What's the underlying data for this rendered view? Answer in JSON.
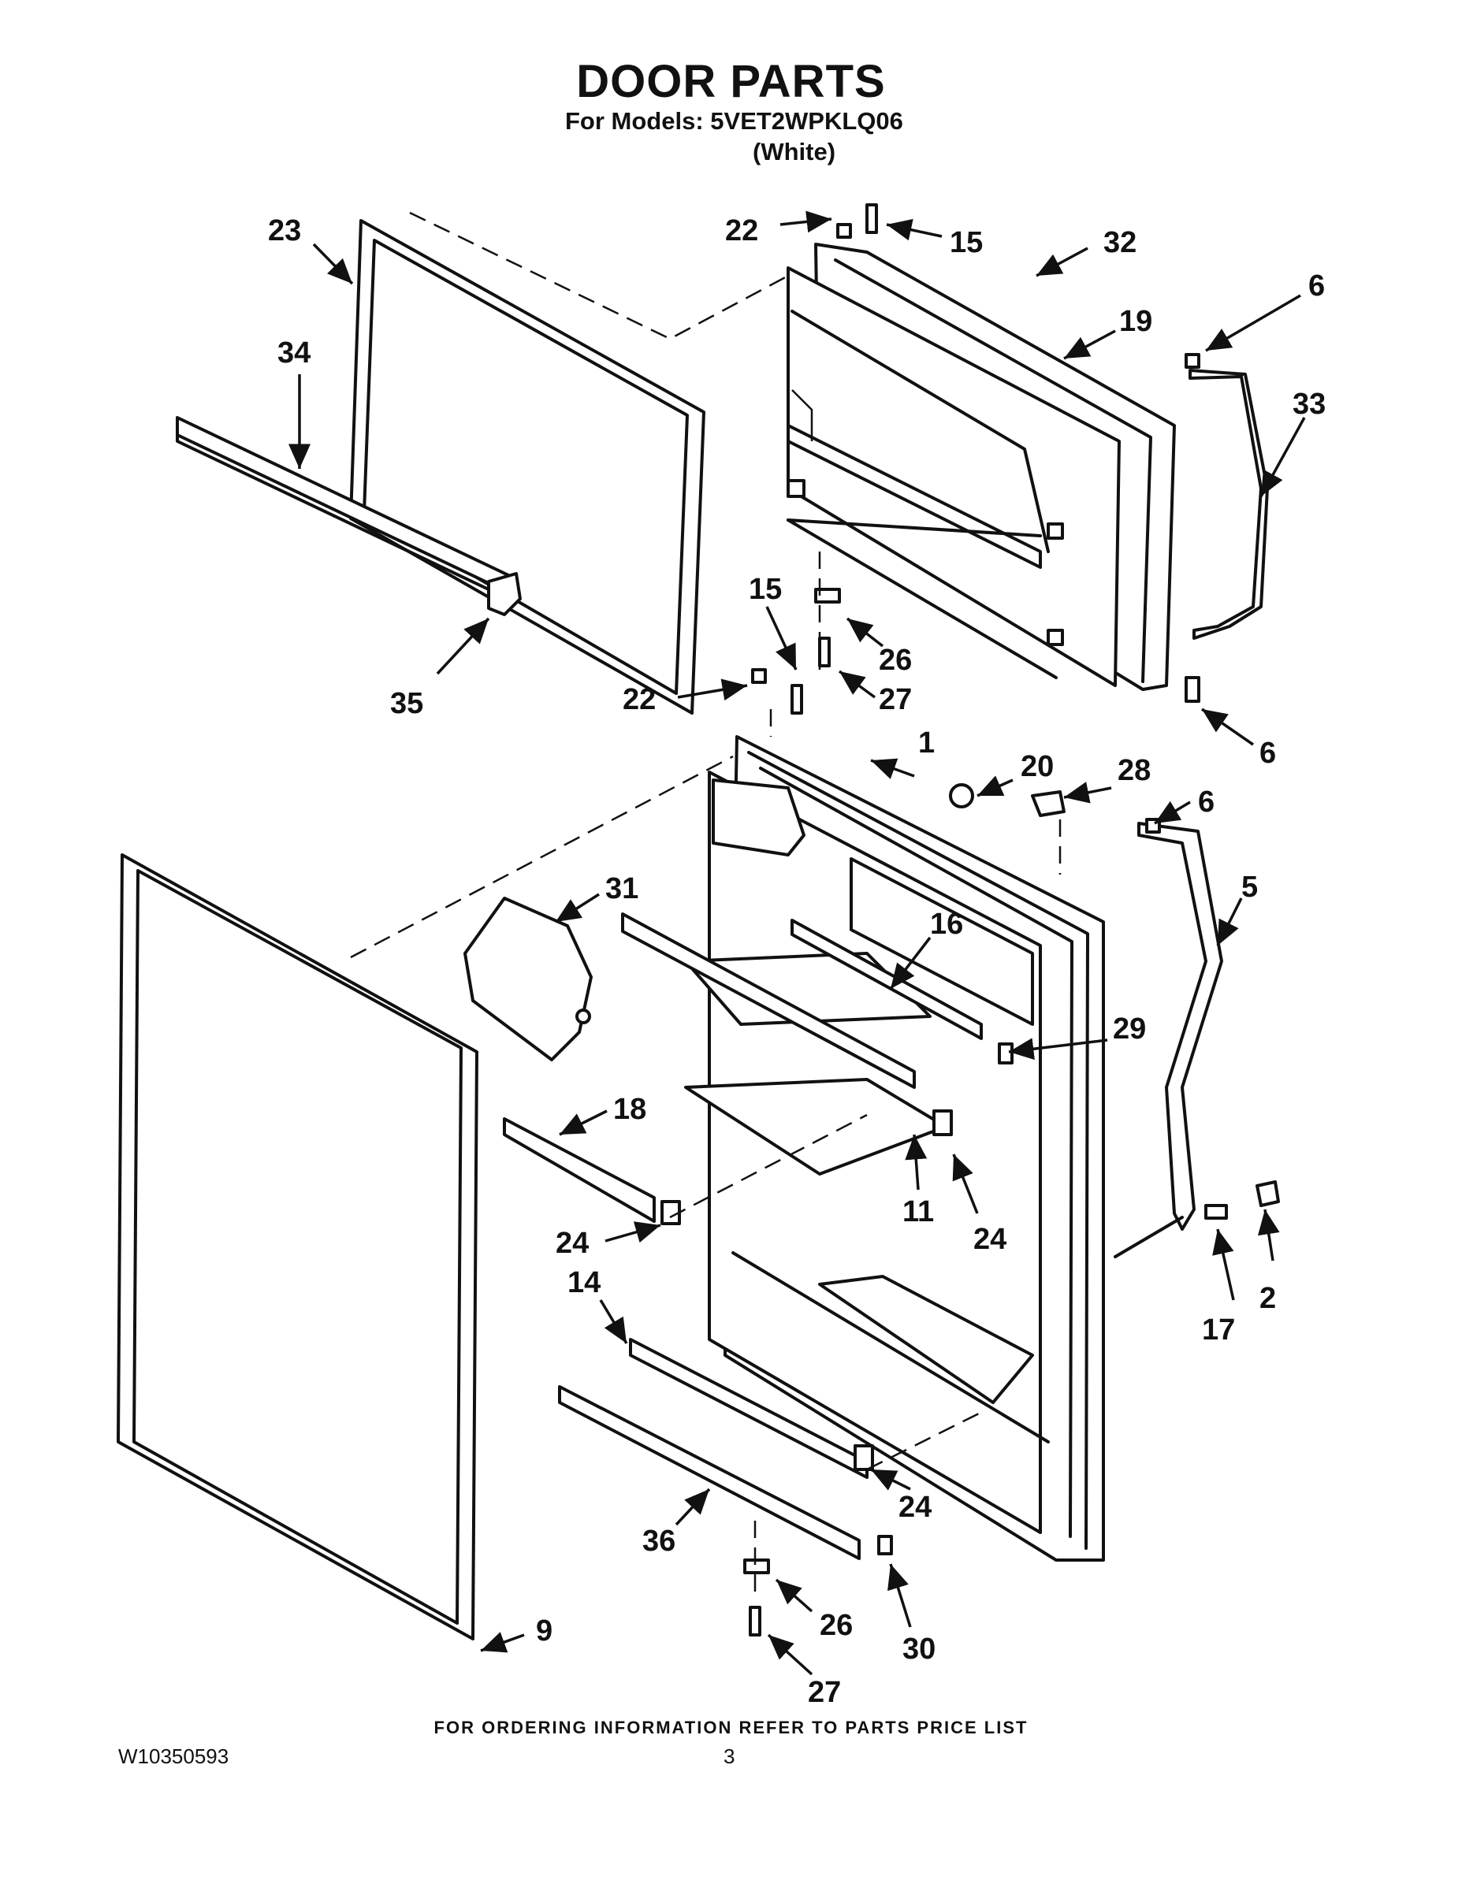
{
  "header": {
    "title": "DOOR PARTS",
    "models": "For Models: 5VET2WPKLQ06",
    "color": "(White)"
  },
  "footer": {
    "ordering_note": "FOR ORDERING INFORMATION REFER TO PARTS PRICE LIST",
    "document_number": "W10350593",
    "page_number": "3"
  },
  "callouts": [
    {
      "id": "23",
      "label": "23"
    },
    {
      "id": "34",
      "label": "34"
    },
    {
      "id": "35",
      "label": "35"
    },
    {
      "id": "22a",
      "label": "22"
    },
    {
      "id": "15a",
      "label": "15"
    },
    {
      "id": "32",
      "label": "32"
    },
    {
      "id": "19",
      "label": "19"
    },
    {
      "id": "6a",
      "label": "6"
    },
    {
      "id": "33",
      "label": "33"
    },
    {
      "id": "15b",
      "label": "15"
    },
    {
      "id": "26a",
      "label": "26"
    },
    {
      "id": "27a",
      "label": "27"
    },
    {
      "id": "22b",
      "label": "22"
    },
    {
      "id": "6b",
      "label": "6"
    },
    {
      "id": "1",
      "label": "1"
    },
    {
      "id": "20",
      "label": "20"
    },
    {
      "id": "28",
      "label": "28"
    },
    {
      "id": "6c",
      "label": "6"
    },
    {
      "id": "5",
      "label": "5"
    },
    {
      "id": "31",
      "label": "31"
    },
    {
      "id": "16",
      "label": "16"
    },
    {
      "id": "29",
      "label": "29"
    },
    {
      "id": "18",
      "label": "18"
    },
    {
      "id": "11",
      "label": "11"
    },
    {
      "id": "24a",
      "label": "24"
    },
    {
      "id": "24b",
      "label": "24"
    },
    {
      "id": "14",
      "label": "14"
    },
    {
      "id": "17",
      "label": "17"
    },
    {
      "id": "2",
      "label": "2"
    },
    {
      "id": "24c",
      "label": "24"
    },
    {
      "id": "36",
      "label": "36"
    },
    {
      "id": "26b",
      "label": "26"
    },
    {
      "id": "30",
      "label": "30"
    },
    {
      "id": "9",
      "label": "9"
    },
    {
      "id": "27b",
      "label": "27"
    }
  ]
}
